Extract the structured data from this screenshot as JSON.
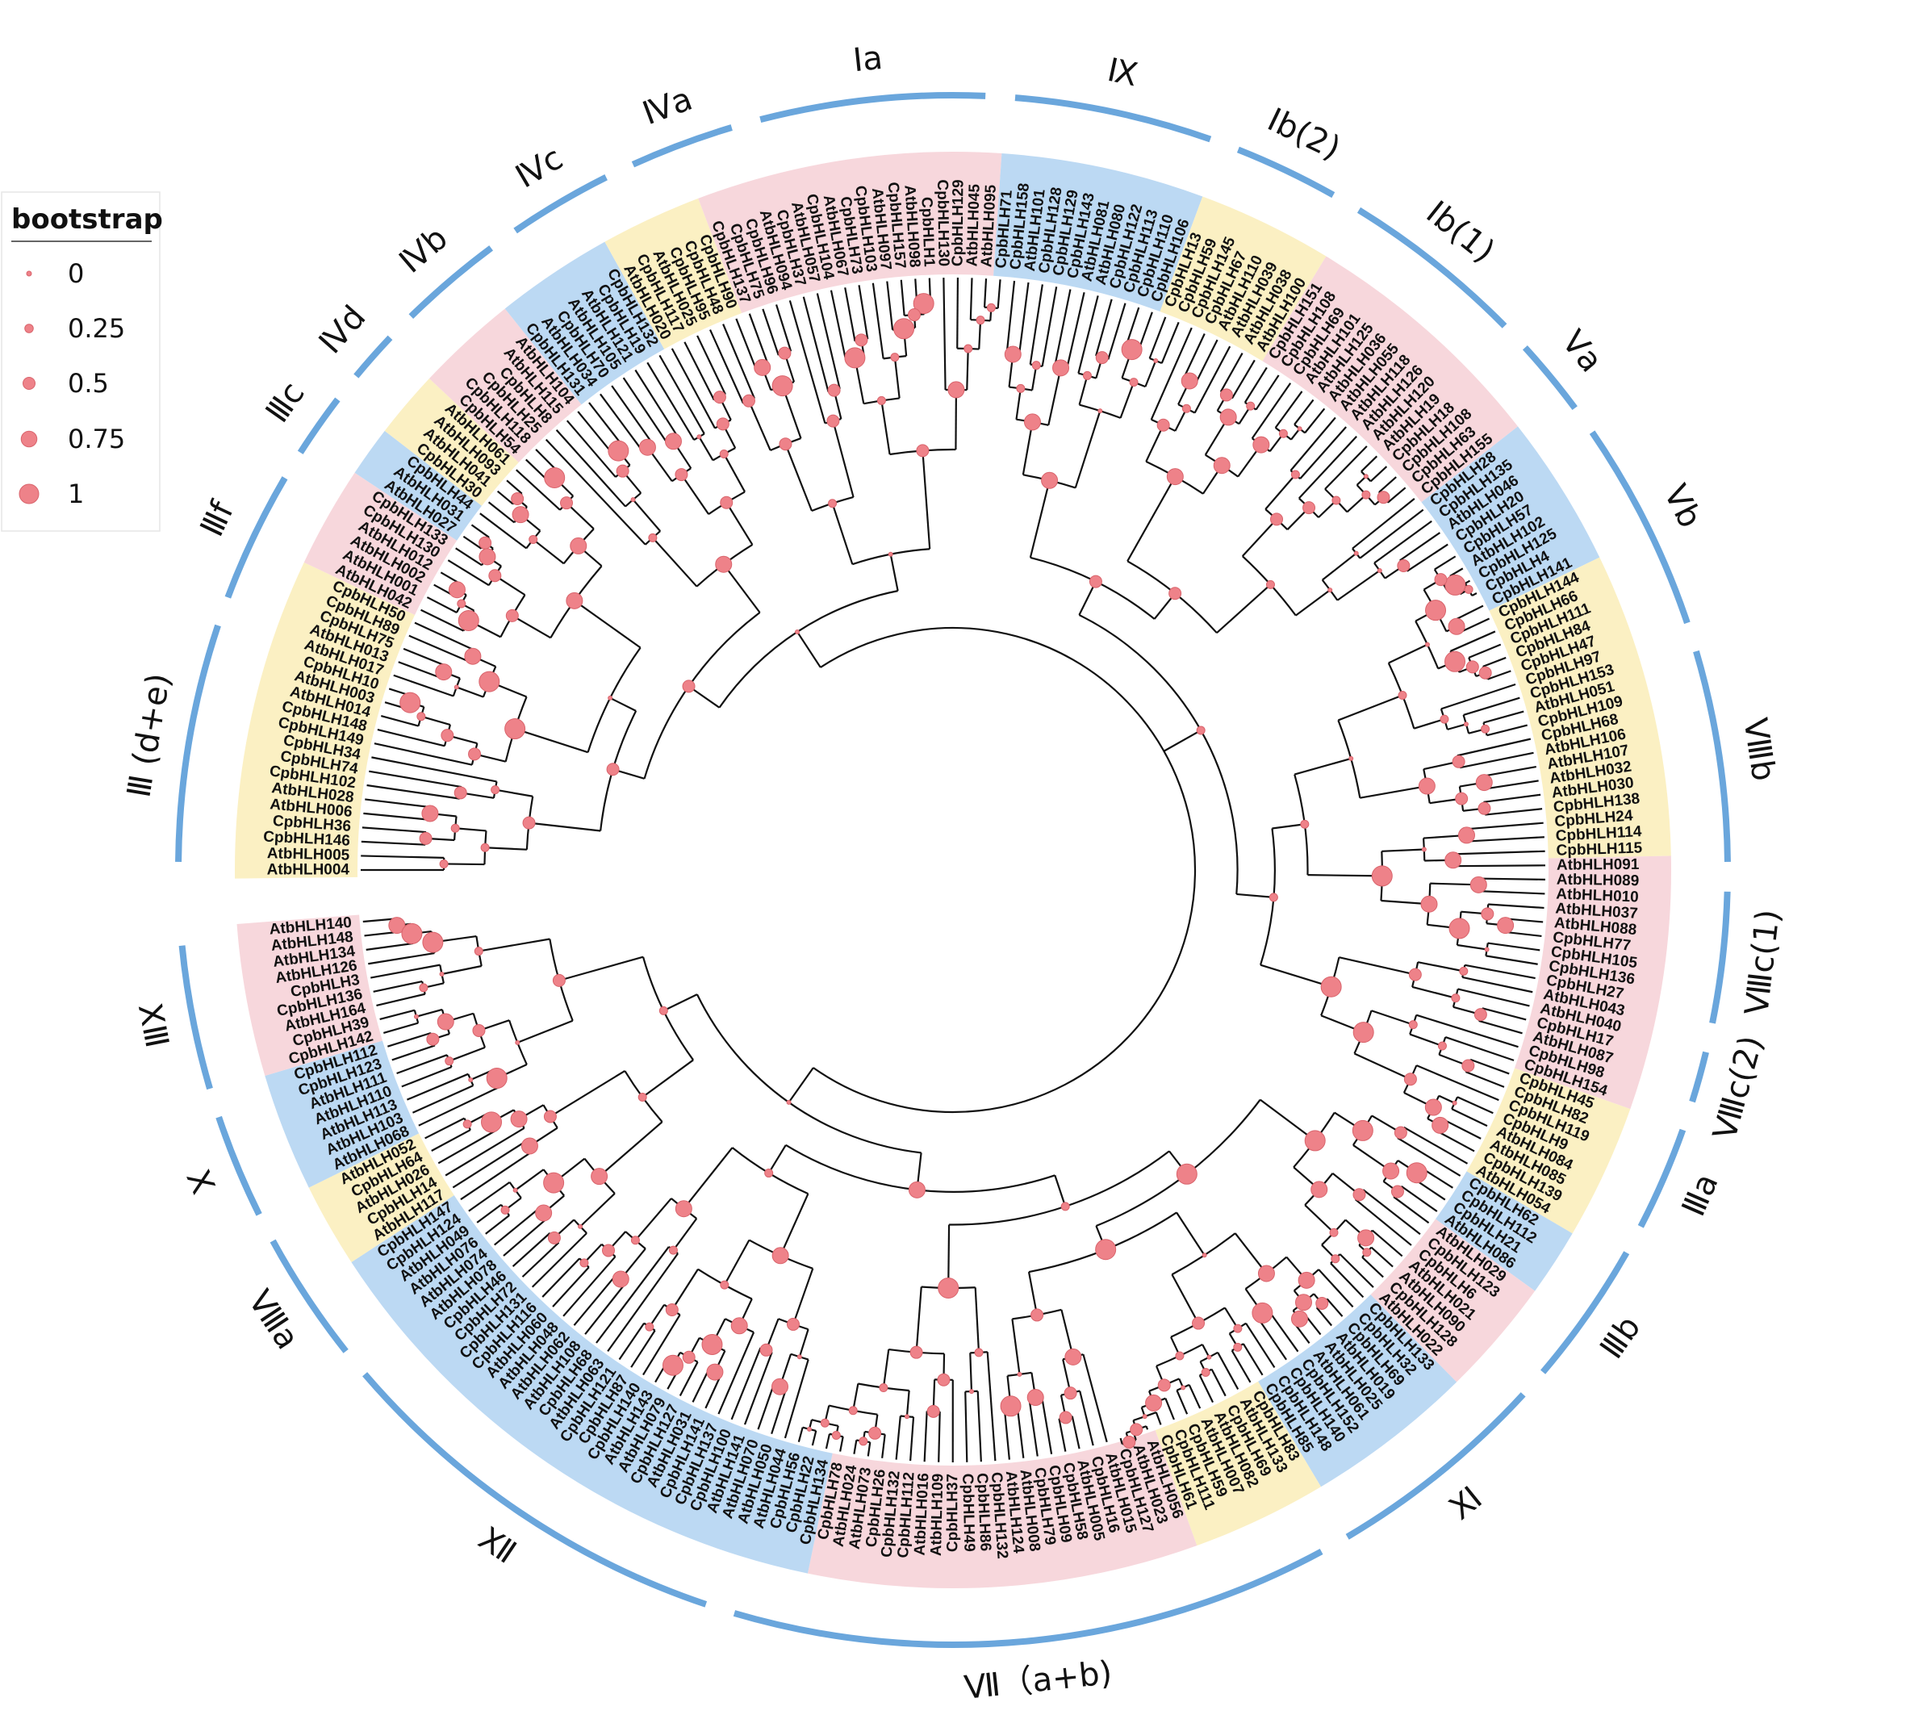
{
  "colors": {
    "ring": "#6aa6dc",
    "pink": "#f7d7dc",
    "blue": "#bcd9f3",
    "yellow": "#fbf0c3",
    "node": "#ee8289",
    "node_stroke": "#d9646c",
    "branch": "#111111"
  },
  "legend": {
    "title": "bootstrap",
    "items": [
      {
        "label": "0",
        "value": 0
      },
      {
        "label": "0.25",
        "value": 0.25
      },
      {
        "label": "0.5",
        "value": 0.5
      },
      {
        "label": "0.75",
        "value": 0.75
      },
      {
        "label": "1",
        "value": 1
      }
    ]
  },
  "clades": [
    {
      "label": "Ⅰa",
      "start": 87,
      "end": 105
    },
    {
      "label": "Ⅸ",
      "start": 70,
      "end": 86
    },
    {
      "label": "Ⅰb(2)",
      "start": 60,
      "end": 69
    },
    {
      "label": "Ⅰb(1)",
      "start": 44,
      "end": 59
    },
    {
      "label": "Ⅴa",
      "start": 36,
      "end": 43
    },
    {
      "label": "Ⅴb",
      "start": 18,
      "end": 35
    },
    {
      "label": "Ⅷb",
      "start": 0,
      "end": 17
    },
    {
      "label": "Ⅷc(1)",
      "start": -12,
      "end": -1
    },
    {
      "label": "Ⅷc(2)",
      "start": -18,
      "end": -13
    },
    {
      "label": "Ⅲa",
      "start": -28,
      "end": -19
    },
    {
      "label": "Ⅲb",
      "start": -41,
      "end": -29
    },
    {
      "label": "Ⅺ",
      "start": -60,
      "end": -42
    },
    {
      "label": "Ⅶ（a+b)",
      "start": -107,
      "end": -61
    },
    {
      "label": "Ⅻ",
      "start": -140,
      "end": -108
    },
    {
      "label": "Ⅷa",
      "start": -152,
      "end": -141
    },
    {
      "label": "Ⅹ",
      "start": -162,
      "end": -153
    },
    {
      "label": "ⅩⅢ",
      "start": -175,
      "end": -163
    },
    {
      "label": "Ⅲ (d+e)",
      "start": 180,
      "end": 161
    },
    {
      "label": "Ⅲf",
      "start": 160,
      "end": 149
    },
    {
      "label": "Ⅲc",
      "start": 148,
      "end": 142
    },
    {
      "label": "Ⅳd",
      "start": 141,
      "end": 136
    },
    {
      "label": "Ⅳb",
      "start": 135,
      "end": 126
    },
    {
      "label": "Ⅳc",
      "start": 125,
      "end": 116
    },
    {
      "label": "Ⅳa",
      "start": 115,
      "end": 106
    }
  ],
  "leaves": [
    {
      "name": "AtbHLH004",
      "c": "yellow"
    },
    {
      "name": "AtbHLH005",
      "c": "yellow"
    },
    {
      "name": "CpbHLH146",
      "c": "yellow"
    },
    {
      "name": "CpbHLH36",
      "c": "yellow"
    },
    {
      "name": "AtbHLH006",
      "c": "yellow"
    },
    {
      "name": "AtbHLH028",
      "c": "yellow"
    },
    {
      "name": "CpbHLH102",
      "c": "yellow"
    },
    {
      "name": "CpbHLH74",
      "c": "yellow"
    },
    {
      "name": "CpbHLH34",
      "c": "yellow"
    },
    {
      "name": "CpbHLH149",
      "c": "yellow"
    },
    {
      "name": "CpbHLH148",
      "c": "yellow"
    },
    {
      "name": "AtbHLH014",
      "c": "yellow"
    },
    {
      "name": "AtbHLH003",
      "c": "yellow"
    },
    {
      "name": "CpbHLH10",
      "c": "yellow"
    },
    {
      "name": "AtbHLH017",
      "c": "yellow"
    },
    {
      "name": "AtbHLH013",
      "c": "yellow"
    },
    {
      "name": "CpbHLH75",
      "c": "yellow"
    },
    {
      "name": "CpbHLH89",
      "c": "yellow"
    },
    {
      "name": "CpbHLH50",
      "c": "yellow"
    },
    {
      "name": "AtbHLH042",
      "c": "pink"
    },
    {
      "name": "AtbHLH001",
      "c": "pink"
    },
    {
      "name": "AtbHLH002",
      "c": "pink"
    },
    {
      "name": "AtbHLH012",
      "c": "pink"
    },
    {
      "name": "CpbHLH130",
      "c": "pink"
    },
    {
      "name": "CpbHLH133",
      "c": "pink"
    },
    {
      "name": "AtbHLH027",
      "c": "blue"
    },
    {
      "name": "AtbHLH031",
      "c": "blue"
    },
    {
      "name": "CpbHLH44",
      "c": "blue"
    },
    {
      "name": "CpbHLH30",
      "c": "yellow"
    },
    {
      "name": "AtbHLH041",
      "c": "yellow"
    },
    {
      "name": "AtbHLH093",
      "c": "yellow"
    },
    {
      "name": "AtbHLH061",
      "c": "yellow"
    },
    {
      "name": "CpbHLH54",
      "c": "pink"
    },
    {
      "name": "CpbHLH118",
      "c": "pink"
    },
    {
      "name": "CpbHLH25",
      "c": "pink"
    },
    {
      "name": "CpbHLH8",
      "c": "pink"
    },
    {
      "name": "AtbHLH115",
      "c": "pink"
    },
    {
      "name": "AtbHLH104",
      "c": "pink"
    },
    {
      "name": "CpbHLH131",
      "c": "blue"
    },
    {
      "name": "AtbHLH034",
      "c": "blue"
    },
    {
      "name": "CpbHLH70",
      "c": "blue"
    },
    {
      "name": "AtbHLH105",
      "c": "blue"
    },
    {
      "name": "AtbHLH121",
      "c": "blue"
    },
    {
      "name": "CpbHLH19",
      "c": "blue"
    },
    {
      "name": "CpbHLH132",
      "c": "blue"
    },
    {
      "name": "AtbHLH020",
      "c": "yellow"
    },
    {
      "name": "CpbHLH117",
      "c": "yellow"
    },
    {
      "name": "AtbHLH025",
      "c": "yellow"
    },
    {
      "name": "CpbHLH95",
      "c": "yellow"
    },
    {
      "name": "CpbHLH48",
      "c": "yellow"
    },
    {
      "name": "CpbHLH90",
      "c": "yellow"
    },
    {
      "name": "CpbHLH137",
      "c": "pink"
    },
    {
      "name": "CpbHLH75",
      "c": "pink"
    },
    {
      "name": "CpbHLH96",
      "c": "pink"
    },
    {
      "name": "AtbHLH094",
      "c": "pink"
    },
    {
      "name": "CpbHLH37",
      "c": "pink"
    },
    {
      "name": "AtbHLH057",
      "c": "pink"
    },
    {
      "name": "CpbHLH104",
      "c": "pink"
    },
    {
      "name": "AtbHLH067",
      "c": "pink"
    },
    {
      "name": "CpbHLH73",
      "c": "pink"
    },
    {
      "name": "CpbHLH103",
      "c": "pink"
    },
    {
      "name": "AtbHLH097",
      "c": "pink"
    },
    {
      "name": "CpbHLH157",
      "c": "pink"
    },
    {
      "name": "AtbHLH098",
      "c": "pink"
    },
    {
      "name": "CpbHLH1",
      "c": "pink"
    },
    {
      "name": "CpbHLH130",
      "c": "pink"
    },
    {
      "name": "CpbHLH129",
      "c": "pink"
    },
    {
      "name": "AtbHLH045",
      "c": "pink"
    },
    {
      "name": "AtbHLH095",
      "c": "pink"
    },
    {
      "name": "CpbHLH71",
      "c": "blue"
    },
    {
      "name": "CpbHLH158",
      "c": "blue"
    },
    {
      "name": "AtbHLH101",
      "c": "blue"
    },
    {
      "name": "CpbHLH128",
      "c": "blue"
    },
    {
      "name": "CpbHLH129",
      "c": "blue"
    },
    {
      "name": "CpbHLH143",
      "c": "blue"
    },
    {
      "name": "AtbHLH081",
      "c": "blue"
    },
    {
      "name": "AtbHLH080",
      "c": "blue"
    },
    {
      "name": "CpbHLH122",
      "c": "blue"
    },
    {
      "name": "CpbHLH113",
      "c": "blue"
    },
    {
      "name": "CpbHLH110",
      "c": "blue"
    },
    {
      "name": "CpbHLH106",
      "c": "blue"
    },
    {
      "name": "CpbHLH13",
      "c": "yellow"
    },
    {
      "name": "CpbHLH59",
      "c": "yellow"
    },
    {
      "name": "CpbHLH145",
      "c": "yellow"
    },
    {
      "name": "CpbHLH67",
      "c": "yellow"
    },
    {
      "name": "AtbHLH110",
      "c": "yellow"
    },
    {
      "name": "AtbHLH039",
      "c": "yellow"
    },
    {
      "name": "AtbHLH038",
      "c": "yellow"
    },
    {
      "name": "AtbHLH100",
      "c": "yellow"
    },
    {
      "name": "CpbHLH151",
      "c": "pink"
    },
    {
      "name": "CpbHLH108",
      "c": "pink"
    },
    {
      "name": "CpbHLH69",
      "c": "pink"
    },
    {
      "name": "AtbHLH101",
      "c": "pink"
    },
    {
      "name": "AtbHLH125",
      "c": "pink"
    },
    {
      "name": "AtbHLH036",
      "c": "pink"
    },
    {
      "name": "AtbHLH055",
      "c": "pink"
    },
    {
      "name": "AtbHLH118",
      "c": "pink"
    },
    {
      "name": "AtbHLH126",
      "c": "pink"
    },
    {
      "name": "AtbHLH120",
      "c": "pink"
    },
    {
      "name": "AtbHLH19",
      "c": "pink"
    },
    {
      "name": "CpbHLH18",
      "c": "pink"
    },
    {
      "name": "CpbHLH108",
      "c": "pink"
    },
    {
      "name": "CpbHLH63",
      "c": "pink"
    },
    {
      "name": "CpbHLH155",
      "c": "pink"
    },
    {
      "name": "CpbHLH28",
      "c": "blue"
    },
    {
      "name": "CpbHLH135",
      "c": "blue"
    },
    {
      "name": "AtbHLH046",
      "c": "blue"
    },
    {
      "name": "CpbHLH20",
      "c": "blue"
    },
    {
      "name": "CpbHLH57",
      "c": "blue"
    },
    {
      "name": "AtbHLH102",
      "c": "blue"
    },
    {
      "name": "CpbHLH125",
      "c": "blue"
    },
    {
      "name": "CpbHLH4",
      "c": "blue"
    },
    {
      "name": "CpbHLH141",
      "c": "blue"
    },
    {
      "name": "CpbHLH144",
      "c": "yellow"
    },
    {
      "name": "CpbHLH66",
      "c": "yellow"
    },
    {
      "name": "CpbHLH111",
      "c": "yellow"
    },
    {
      "name": "CpbHLH84",
      "c": "yellow"
    },
    {
      "name": "CpbHLH47",
      "c": "yellow"
    },
    {
      "name": "CpbHLH97",
      "c": "yellow"
    },
    {
      "name": "CpbHLH153",
      "c": "yellow"
    },
    {
      "name": "AtbHLH051",
      "c": "yellow"
    },
    {
      "name": "CpbHLH109",
      "c": "yellow"
    },
    {
      "name": "CpbHLH68",
      "c": "yellow"
    },
    {
      "name": "AtbHLH106",
      "c": "yellow"
    },
    {
      "name": "AtbHLH107",
      "c": "yellow"
    },
    {
      "name": "AtbHLH032",
      "c": "yellow"
    },
    {
      "name": "AtbHLH030",
      "c": "yellow"
    },
    {
      "name": "CpbHLH138",
      "c": "yellow"
    },
    {
      "name": "CpbHLH24",
      "c": "yellow"
    },
    {
      "name": "CpbHLH114",
      "c": "yellow"
    },
    {
      "name": "CpbHLH115",
      "c": "yellow"
    },
    {
      "name": "AtbHLH091",
      "c": "pink"
    },
    {
      "name": "AtbHLH089",
      "c": "pink"
    },
    {
      "name": "AtbHLH010",
      "c": "pink"
    },
    {
      "name": "AtbHLH037",
      "c": "pink"
    },
    {
      "name": "AtbHLH088",
      "c": "pink"
    },
    {
      "name": "CpbHLH77",
      "c": "pink"
    },
    {
      "name": "CpbHLH105",
      "c": "pink"
    },
    {
      "name": "CpbHLH136",
      "c": "pink"
    },
    {
      "name": "CpbHLH27",
      "c": "pink"
    },
    {
      "name": "AtbHLH043",
      "c": "pink"
    },
    {
      "name": "AtbHLH040",
      "c": "pink"
    },
    {
      "name": "CpbHLH17",
      "c": "pink"
    },
    {
      "name": "AtbHLH087",
      "c": "pink"
    },
    {
      "name": "CpbHLH98",
      "c": "pink"
    },
    {
      "name": "CpbHLH154",
      "c": "pink"
    },
    {
      "name": "CpbHLH45",
      "c": "yellow"
    },
    {
      "name": "CpbHLH82",
      "c": "yellow"
    },
    {
      "name": "CpbHLH119",
      "c": "yellow"
    },
    {
      "name": "CpbHLH9",
      "c": "yellow"
    },
    {
      "name": "AtbHLH084",
      "c": "yellow"
    },
    {
      "name": "AtbHLH085",
      "c": "yellow"
    },
    {
      "name": "CpbHLH139",
      "c": "yellow"
    },
    {
      "name": "AtbHLH054",
      "c": "yellow"
    },
    {
      "name": "CpbHLH62",
      "c": "blue"
    },
    {
      "name": "CpbHLH112",
      "c": "blue"
    },
    {
      "name": "CpbHLH21",
      "c": "blue"
    },
    {
      "name": "AtbHLH086",
      "c": "blue"
    },
    {
      "name": "AtbHLH029",
      "c": "pink"
    },
    {
      "name": "CpbHLH123",
      "c": "pink"
    },
    {
      "name": "CpbHLH6",
      "c": "pink"
    },
    {
      "name": "AtbHLH021",
      "c": "pink"
    },
    {
      "name": "AtbHLH090",
      "c": "pink"
    },
    {
      "name": "CpbHLH128",
      "c": "pink"
    },
    {
      "name": "AtbHLH022",
      "c": "pink"
    },
    {
      "name": "CpbHLH133",
      "c": "blue"
    },
    {
      "name": "CpbHLH32",
      "c": "blue"
    },
    {
      "name": "CpbHLH69",
      "c": "blue"
    },
    {
      "name": "AtbHLH019",
      "c": "blue"
    },
    {
      "name": "AtbHLH025",
      "c": "blue"
    },
    {
      "name": "AtbHLH061",
      "c": "blue"
    },
    {
      "name": "CpbHLH152",
      "c": "blue"
    },
    {
      "name": "CpbHLH140",
      "c": "blue"
    },
    {
      "name": "CpbHLH148",
      "c": "blue"
    },
    {
      "name": "CpbHLH85",
      "c": "blue"
    },
    {
      "name": "CpbHLH83",
      "c": "yellow"
    },
    {
      "name": "AtbHLH133",
      "c": "yellow"
    },
    {
      "name": "CpbHLH69",
      "c": "yellow"
    },
    {
      "name": "AtbHLH082",
      "c": "yellow"
    },
    {
      "name": "AtbHLH007",
      "c": "yellow"
    },
    {
      "name": "CpbHLH59",
      "c": "yellow"
    },
    {
      "name": "CpbHLH111",
      "c": "yellow"
    },
    {
      "name": "CpbHLH61",
      "c": "yellow"
    },
    {
      "name": "AtbHLH056",
      "c": "pink"
    },
    {
      "name": "AtbHLH023",
      "c": "pink"
    },
    {
      "name": "CpbHLH127",
      "c": "pink"
    },
    {
      "name": "AtbHLH015",
      "c": "pink"
    },
    {
      "name": "CpbHLH16",
      "c": "pink"
    },
    {
      "name": "AtbHLH005",
      "c": "pink"
    },
    {
      "name": "CpbHLH58",
      "c": "pink"
    },
    {
      "name": "CpbHLH09",
      "c": "pink"
    },
    {
      "name": "CpbHLH79",
      "c": "pink"
    },
    {
      "name": "AtbHLH008",
      "c": "pink"
    },
    {
      "name": "AtbHLH124",
      "c": "pink"
    },
    {
      "name": "CpbHLH132",
      "c": "pink"
    },
    {
      "name": "CpbHLH86",
      "c": "pink"
    },
    {
      "name": "CpbHLH49",
      "c": "pink"
    },
    {
      "name": "CpbHLH37",
      "c": "pink"
    },
    {
      "name": "AtbHLH109",
      "c": "pink"
    },
    {
      "name": "AtbHLH016",
      "c": "pink"
    },
    {
      "name": "CpbHLH112",
      "c": "pink"
    },
    {
      "name": "CpbHLH132",
      "c": "pink"
    },
    {
      "name": "CpbHLH26",
      "c": "pink"
    },
    {
      "name": "AtbHLH073",
      "c": "pink"
    },
    {
      "name": "AtbHLH024",
      "c": "pink"
    },
    {
      "name": "CpbHLH78",
      "c": "pink"
    },
    {
      "name": "CpbHLH134",
      "c": "blue"
    },
    {
      "name": "CpbHLH22",
      "c": "blue"
    },
    {
      "name": "CpbHLH56",
      "c": "blue"
    },
    {
      "name": "AtbHLH044",
      "c": "blue"
    },
    {
      "name": "AtbHLH050",
      "c": "blue"
    },
    {
      "name": "AtbHLH070",
      "c": "blue"
    },
    {
      "name": "AtbHLH141",
      "c": "blue"
    },
    {
      "name": "CpbHLH100",
      "c": "blue"
    },
    {
      "name": "CpbHLH137",
      "c": "blue"
    },
    {
      "name": "CpbHLH141",
      "c": "blue"
    },
    {
      "name": "AtbHLH031",
      "c": "blue"
    },
    {
      "name": "CpbHLH127",
      "c": "blue"
    },
    {
      "name": "AtbHLH079",
      "c": "blue"
    },
    {
      "name": "AtbHLH143",
      "c": "blue"
    },
    {
      "name": "CpbHLH140",
      "c": "blue"
    },
    {
      "name": "CpbHLH87",
      "c": "blue"
    },
    {
      "name": "CpbHLH121",
      "c": "blue"
    },
    {
      "name": "AtbHLH063",
      "c": "blue"
    },
    {
      "name": "CpbHLH68",
      "c": "blue"
    },
    {
      "name": "AtbHLH108",
      "c": "blue"
    },
    {
      "name": "AtbHLH062",
      "c": "blue"
    },
    {
      "name": "AtbHLH048",
      "c": "blue"
    },
    {
      "name": "AtbHLH060",
      "c": "blue"
    },
    {
      "name": "CpbHLH116",
      "c": "blue"
    },
    {
      "name": "CpbHLH131",
      "c": "blue"
    },
    {
      "name": "CpbHLH72",
      "c": "blue"
    },
    {
      "name": "CpbHLH46",
      "c": "blue"
    },
    {
      "name": "AtbHLH078",
      "c": "blue"
    },
    {
      "name": "AtbHLH074",
      "c": "blue"
    },
    {
      "name": "AtbHLH076",
      "c": "blue"
    },
    {
      "name": "AtbHLH049",
      "c": "blue"
    },
    {
      "name": "CpbHLH124",
      "c": "blue"
    },
    {
      "name": "CpbHLH147",
      "c": "blue"
    },
    {
      "name": "AtbHLH117",
      "c": "yellow"
    },
    {
      "name": "CpbHLH14",
      "c": "yellow"
    },
    {
      "name": "AtbHLH026",
      "c": "yellow"
    },
    {
      "name": "CpbHLH64",
      "c": "yellow"
    },
    {
      "name": "AtbHLH052",
      "c": "yellow"
    },
    {
      "name": "AtbHLH068",
      "c": "blue"
    },
    {
      "name": "AtbHLH103",
      "c": "blue"
    },
    {
      "name": "AtbHLH113",
      "c": "blue"
    },
    {
      "name": "AtbHLH110",
      "c": "blue"
    },
    {
      "name": "AtbHLH111",
      "c": "blue"
    },
    {
      "name": "CpbHLH123",
      "c": "blue"
    },
    {
      "name": "CpbHLH112",
      "c": "blue"
    },
    {
      "name": "CpbHLH142",
      "c": "pink"
    },
    {
      "name": "CpbHLH39",
      "c": "pink"
    },
    {
      "name": "AtbHLH164",
      "c": "pink"
    },
    {
      "name": "CpbHLH136",
      "c": "pink"
    },
    {
      "name": "CpbHLH3",
      "c": "pink"
    },
    {
      "name": "AtbHLH126",
      "c": "pink"
    },
    {
      "name": "AtbHLH134",
      "c": "pink"
    },
    {
      "name": "AtbHLH148",
      "c": "pink"
    },
    {
      "name": "AtbHLH140",
      "c": "pink"
    }
  ]
}
